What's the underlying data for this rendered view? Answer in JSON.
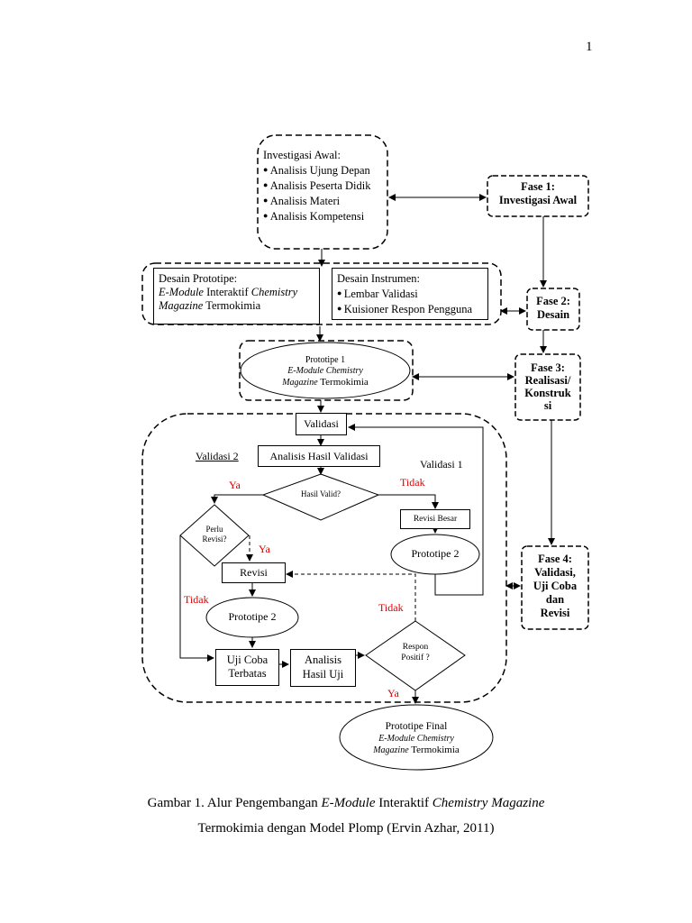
{
  "page_number": "1",
  "investigasi": {
    "title": "Investigasi Awal:",
    "items": [
      "Analisis Ujung Depan",
      "Analisis Peserta Didik",
      "Analisis Materi",
      "Analisis Kompetensi"
    ]
  },
  "fase1": {
    "line1": "Fase 1:",
    "line2": "Investigasi Awal"
  },
  "desain_prototipe": {
    "line1": "Desain Prototipe:",
    "emodule": "E-Module",
    "interaktif": " Interaktif ",
    "chem": "Chemistry",
    "magazine": "Magazine",
    "termo": " Termokimia"
  },
  "desain_instrumen": {
    "title": "Desain Instrumen:",
    "items": [
      "Lembar Validasi",
      "Kuisioner Respon Pengguna"
    ]
  },
  "fase2": {
    "line1": "Fase 2:",
    "line2": "Desain"
  },
  "prototipe1": {
    "line1": "Prototipe 1",
    "line2": "E-Module Chemistry",
    "magazine": "Magazine",
    "termo": " Termokimia"
  },
  "fase3": {
    "line1": "Fase 3:",
    "line2": "Realisasi/",
    "line3": "Konstruk",
    "line4": "si"
  },
  "validasi": "Validasi",
  "validasi2": "Validasi 2",
  "analisis_hasil_validasi": "Analisis Hasil Validasi",
  "validasi1": "Validasi 1",
  "ya1": "Ya",
  "tidak1": "Tidak",
  "hasil_valid": "Hasil Valid?",
  "perlu_revisi": {
    "line1": "Perlu",
    "line2": "Revisi?"
  },
  "revisi_besar": "Revisi Besar",
  "ya2": "Ya",
  "prototipe2_right": "Prototipe 2",
  "revisi": "Revisi",
  "tidak2": "Tidak",
  "prototipe2_left": "Prototipe 2",
  "tidak3": "Tidak",
  "fase4": {
    "line1": "Fase 4:",
    "line2": "Validasi,",
    "line3": "Uji Coba",
    "line4": "dan",
    "line5": "Revisi"
  },
  "uji_coba": {
    "line1": "Uji Coba",
    "line2": "Terbatas"
  },
  "analisis_uji": {
    "line1": "Analisis",
    "line2": "Hasil Uji"
  },
  "respon": {
    "line1": "Respon",
    "line2": "Positif ?"
  },
  "ya3": "Ya",
  "prototipe_final": {
    "line1": "Prototipe Final",
    "line2": "E-Module Chemistry",
    "magazine": "Magazine",
    "termo": " Termokimia"
  },
  "caption": {
    "p1": "Gambar 1. Alur Pengembangan ",
    "emodule": "E-Module",
    "p2": " Interaktif ",
    "chem": "Chemistry Magazine",
    "line2": "Termokimia dengan Model Plomp (Ervin Azhar, 2011)"
  }
}
